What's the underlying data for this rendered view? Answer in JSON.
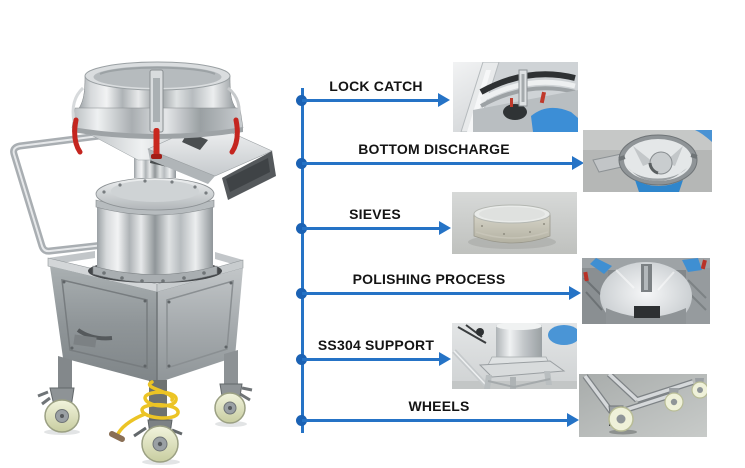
{
  "page": {
    "background_color": "#ffffff",
    "accent_color": "#2573c6",
    "label_text_color": "#141414"
  },
  "machine_photo": {
    "name": "stainless-steel-vibrating-sifter",
    "features_visible": [
      "round sieve bowl with clamps",
      "discharge chute",
      "drum body",
      "square SS304 stand",
      "casters",
      "yellow power cable",
      "push handle"
    ]
  },
  "flow": {
    "rows": [
      {
        "label": "LOCK CATCH",
        "thumb": "lock-catch-photo"
      },
      {
        "label": "BOTTOM DISCHARGE",
        "thumb": "bottom-discharge-photo"
      },
      {
        "label": "SIEVES",
        "thumb": "sieves-photo"
      },
      {
        "label": "POLISHING PROCESS",
        "thumb": "polishing-process-photo"
      },
      {
        "label": "SS304 SUPPORT",
        "thumb": "ss304-support-photo"
      },
      {
        "label": "WHEELS",
        "thumb": "wheels-photo"
      }
    ]
  }
}
